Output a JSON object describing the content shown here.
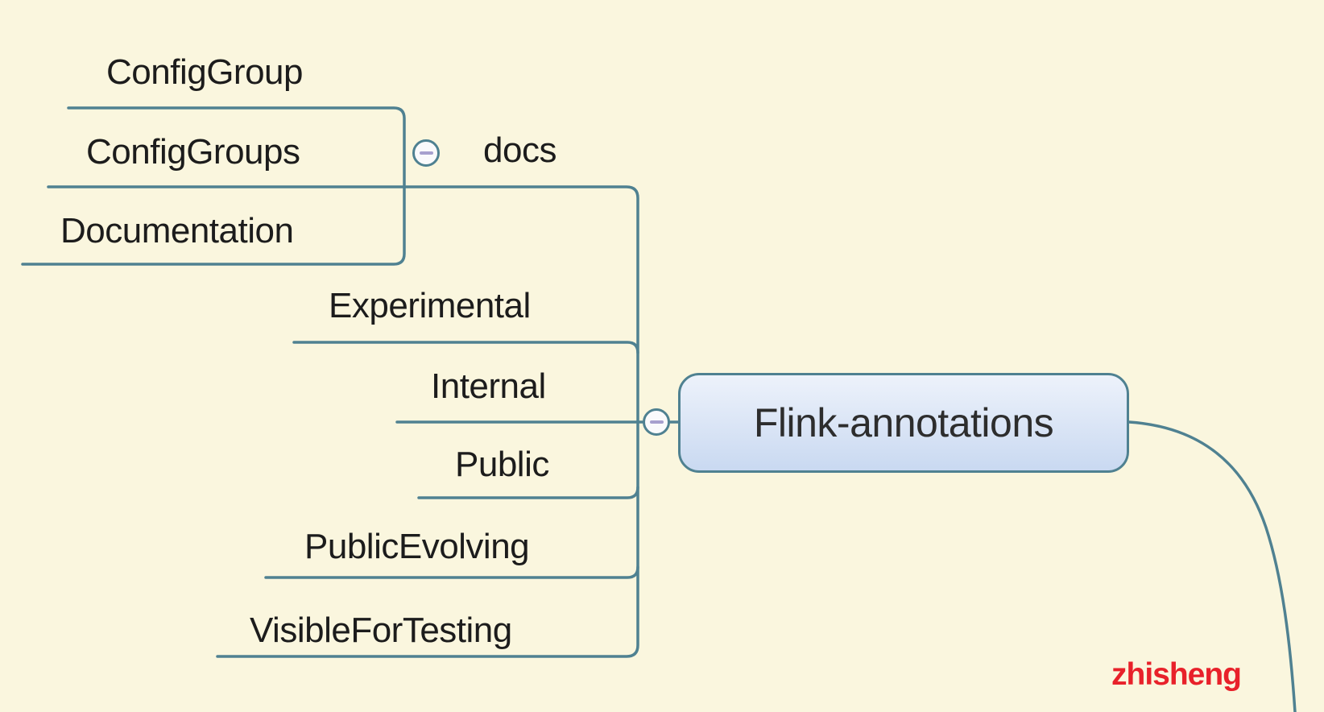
{
  "root": {
    "label": "Flink-annotations"
  },
  "docs_branch": {
    "label": "docs",
    "collapse_state": "expanded",
    "children": [
      {
        "label": "ConfigGroup"
      },
      {
        "label": "ConfigGroups"
      },
      {
        "label": "Documentation"
      }
    ]
  },
  "annotation_branches": [
    {
      "label": "Experimental"
    },
    {
      "label": "Internal"
    },
    {
      "label": "Public"
    },
    {
      "label": "PublicEvolving"
    },
    {
      "label": "VisibleForTesting"
    }
  ],
  "watermark": {
    "text": "zhisheng"
  },
  "colors": {
    "background": "#FAF6DE",
    "edge": "#4F8191",
    "text": "#1C1C1C",
    "root_border": "#4F8191",
    "root_fill_top": "#EDF2FB",
    "root_fill_mid": "#DCE6F6",
    "root_fill_bottom": "#C9D9F1",
    "collapse_fill": "#FAFAFC",
    "collapse_dash": "#A7A0CE",
    "watermark": "#E8212A"
  }
}
